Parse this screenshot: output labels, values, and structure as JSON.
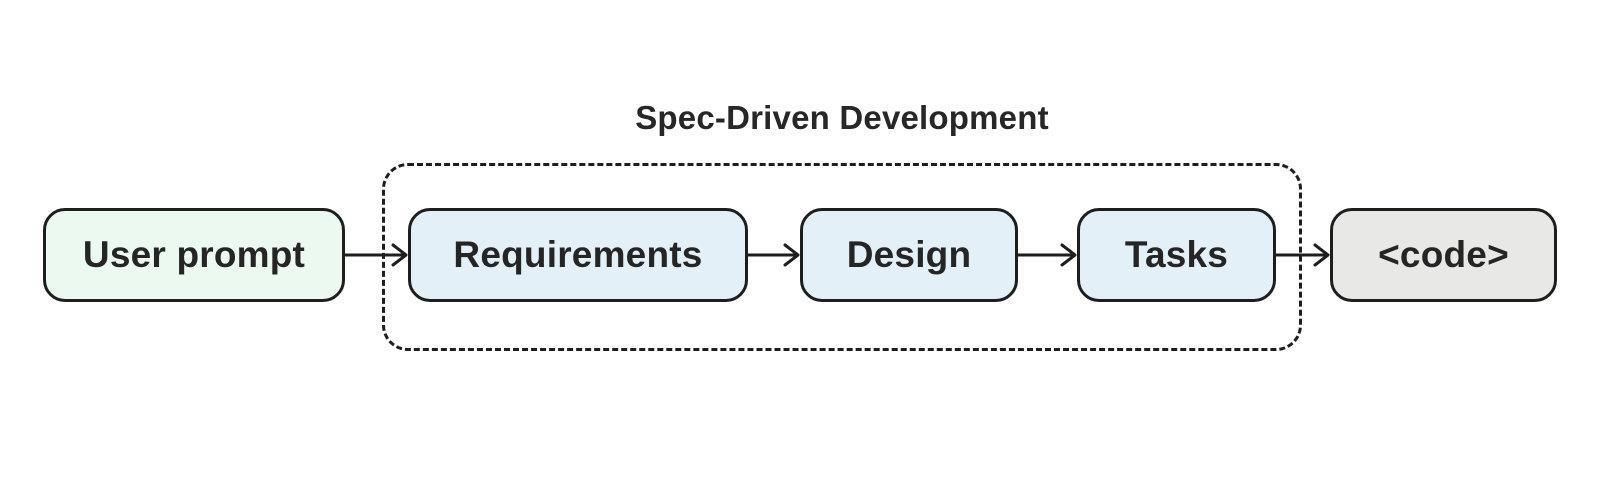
{
  "diagram": {
    "title": "Spec-Driven Development",
    "colors": {
      "background": "#ffffff",
      "border": "#1d1f1d",
      "line": "#1d1f1d",
      "text": "#252525",
      "title_text": "#272727",
      "mint_fill": "#ebf9f1",
      "blue_fill": "#e4f0f7",
      "gray_fill": "#e8e9e7"
    },
    "nodes": [
      {
        "id": "user-prompt",
        "label": "User prompt",
        "fill": "#ebf9f1"
      },
      {
        "id": "requirements",
        "label": "Requirements",
        "fill": "#e4f0f7"
      },
      {
        "id": "design",
        "label": "Design",
        "fill": "#e4f0f7"
      },
      {
        "id": "tasks",
        "label": "Tasks",
        "fill": "#e4f0f7"
      },
      {
        "id": "code",
        "label": "<code>",
        "fill": "#e8e9e7"
      }
    ],
    "group": {
      "label": "Spec-Driven Development",
      "members": [
        "Requirements",
        "Design",
        "Tasks"
      ],
      "border_style": "dashed"
    },
    "edges": [
      {
        "from": "User prompt",
        "to": "Requirements"
      },
      {
        "from": "Requirements",
        "to": "Design"
      },
      {
        "from": "Design",
        "to": "Tasks"
      },
      {
        "from": "Tasks",
        "to": "<code>"
      }
    ]
  }
}
